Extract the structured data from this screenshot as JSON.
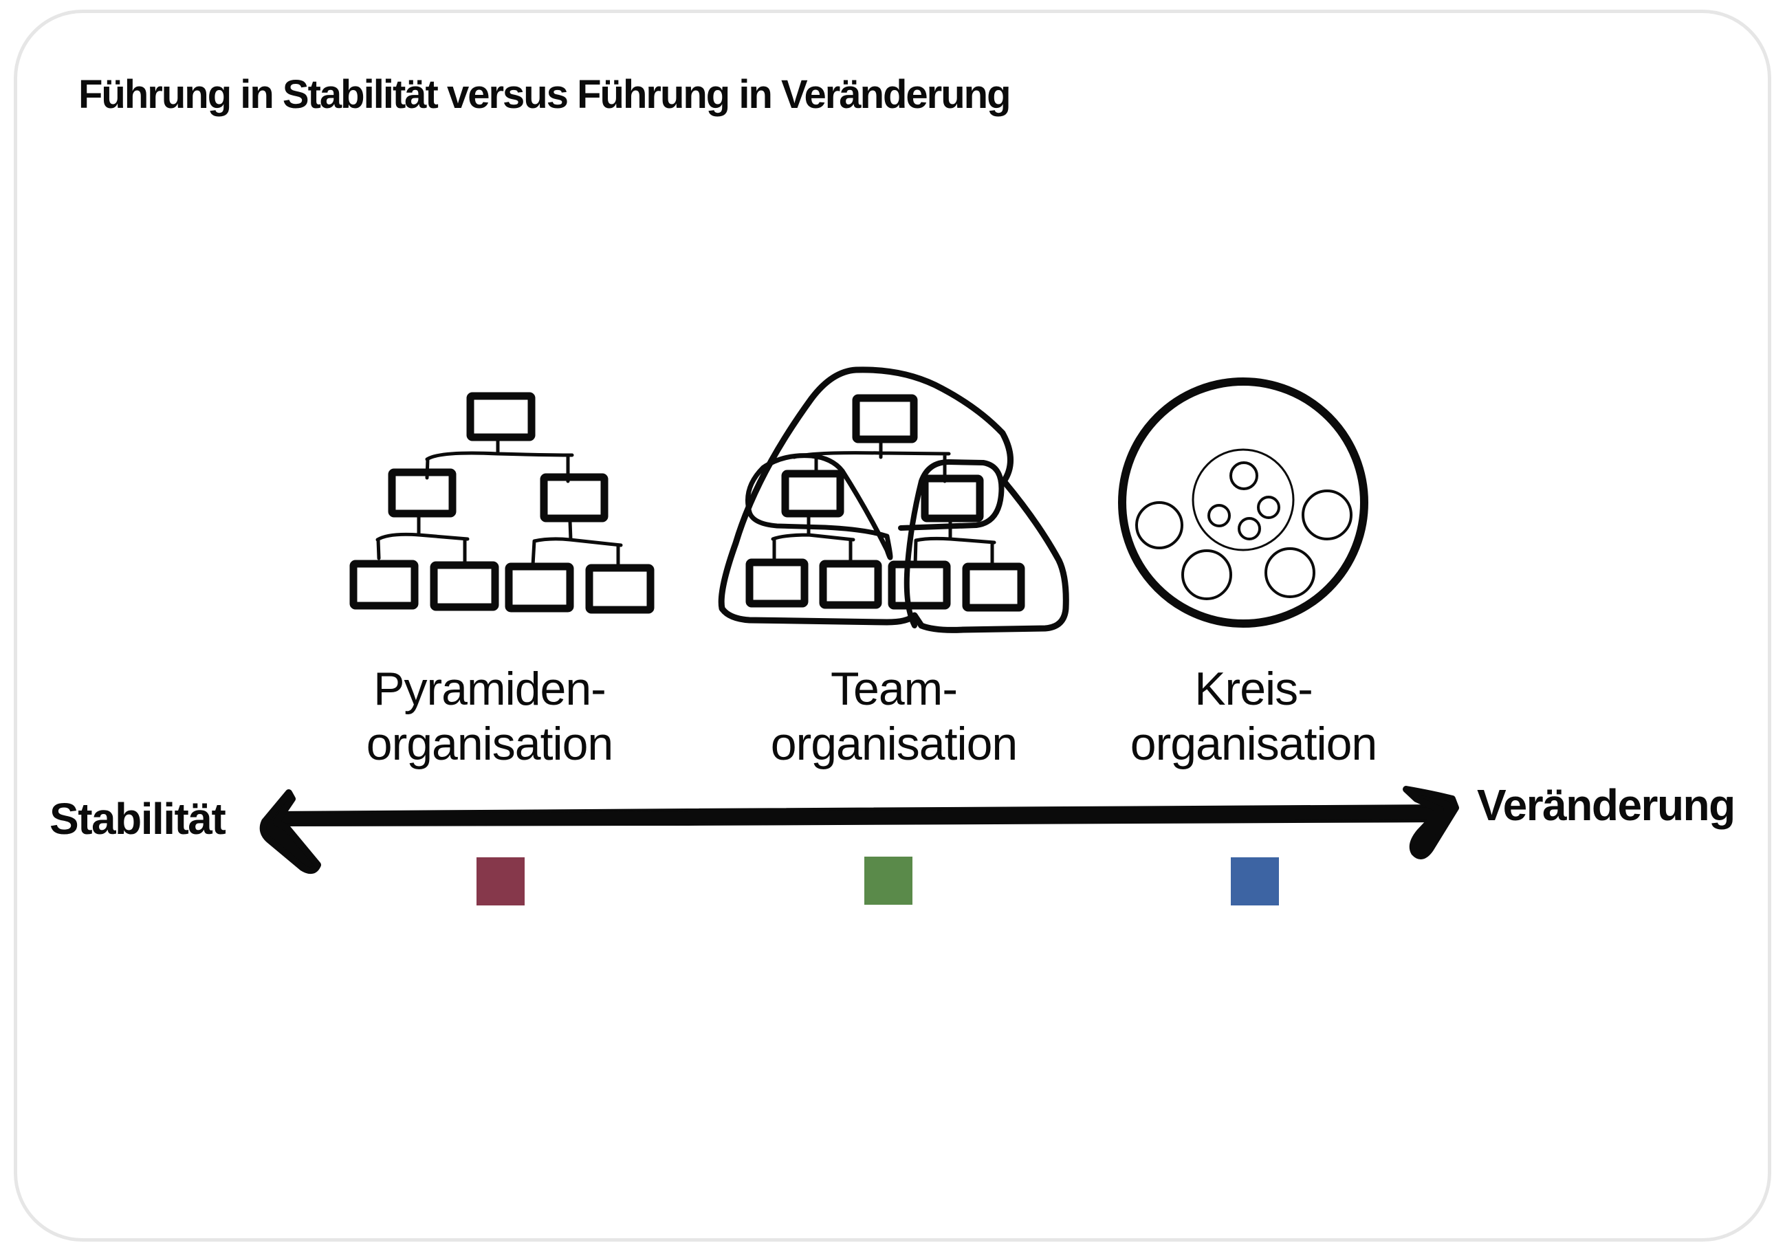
{
  "title": "Führung in Stabilität versus Führung in Veränderung",
  "organizations": [
    {
      "line1": "Pyramiden-",
      "line2": "organisation",
      "icon": "hierarchy-pyramid-icon",
      "marker_color": "#86384B"
    },
    {
      "line1": "Team-",
      "line2": "organisation",
      "icon": "team-hierarchy-icon",
      "marker_color": "#5A8A4A"
    },
    {
      "line1": "Kreis-",
      "line2": "organisation",
      "icon": "circle-organisation-icon",
      "marker_color": "#3D64A3"
    }
  ],
  "axis": {
    "left_label": "Stabilität",
    "right_label": "Veränderung",
    "arrow": "double-headed-arrow"
  },
  "colors": {
    "text": "#0b0b0b",
    "border": "#e6e6e6",
    "pyramid_marker": "#86384B",
    "team_marker": "#5A8A4A",
    "circle_marker": "#3D64A3"
  }
}
